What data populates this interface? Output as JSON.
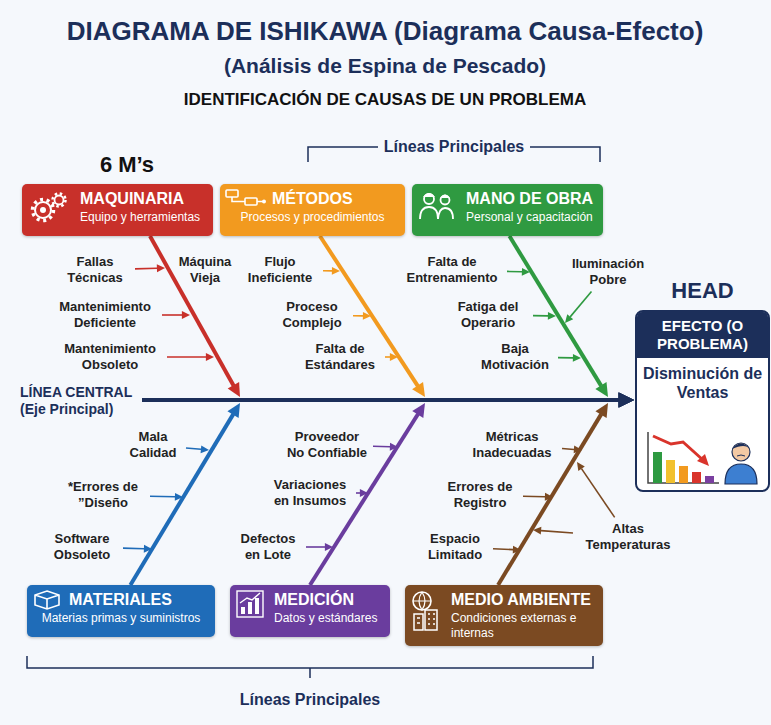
{
  "diagram": {
    "title": "DIAGRAMA DE ISHIKAWA (Diagrama Causa-Efecto)",
    "nodes": [
      {
        "text": [
          "MAQUINARIA",
          "Equipo y herramientas"
        ]
      },
      {
        "text": [
          "MÉTODOS",
          "Procesos y procedimientos"
        ]
      },
      {
        "text": [
          "MANO DE OBRA",
          "Personal y capacitación"
        ]
      },
      {
        "text": [
          "HEAD",
          "EFECTO (O PROBLEMA)",
          "Disminución de Ventas"
        ]
      },
      {
        "text": [
          "MATERIALES",
          "Materias primas y suministros"
        ]
      },
      {
        "text": [
          "MEDICIÓN",
          "Datos y estándares"
        ]
      },
      {
        "text": [
          "MEDIO AMBIENTE",
          "Condiciones externas e internas"
        ]
      }
    ],
    "edges": [
      {
        "from": 0,
        "to": 3,
        "arrow": "to"
      },
      {
        "from": 1,
        "to": 3,
        "arrow": "to"
      },
      {
        "from": 2,
        "to": 3,
        "arrow": "to"
      },
      {
        "from": 4,
        "to": 3,
        "arrow": "to"
      },
      {
        "from": 5,
        "to": 3,
        "arrow": "to"
      },
      {
        "from": 6,
        "to": 3,
        "arrow": "to"
      }
    ],
    "labels": [
      "(Análisis de Espina de Pescado)",
      "IDENTIFICACIÓN DE CAUSAS DE UN PROBLEMA",
      "Líneas Principales",
      "6 M’s",
      "LÍNEA CENTRAL (Eje Principal)",
      "Fallas Técnicas",
      "Máquina Vieja",
      "Mantenimiento Deficiente",
      "Mantenimiento Obsoleto",
      "Flujo Ineficiente",
      "Proceso Complejo",
      "Falta de Estándares",
      "Falta de Entrenamiento",
      "Iluminación Pobre",
      "Fatiga del Operario",
      "Baja Motivación",
      "Mala Calidad",
      "*Errores de ”Diseño",
      "Software Obsoleto",
      "Proveedor No Confiable",
      "Variaciones en Insumos",
      "Defectos en Lote",
      "Métricas Inadecuadas",
      "Errores de Registro",
      "Espacio Limitado",
      "Altas Temperaturas",
      "Líneas Principales"
    ]
  }
}
